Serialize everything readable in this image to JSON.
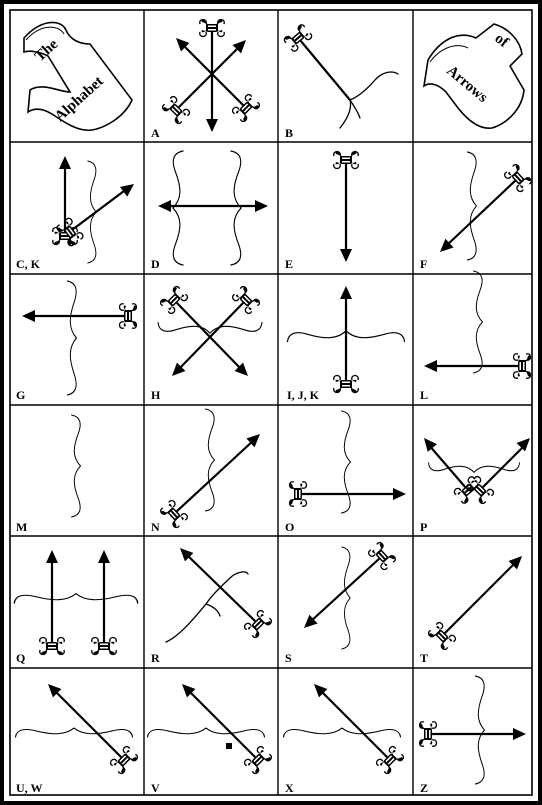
{
  "title_left": {
    "word1": "The",
    "word2": "Alphabet"
  },
  "title_right": {
    "word1": "of",
    "word2": "Arrows"
  },
  "cells": [
    {
      "label": "A"
    },
    {
      "label": "B"
    },
    {
      "label": "C, K"
    },
    {
      "label": "D"
    },
    {
      "label": "E"
    },
    {
      "label": "F"
    },
    {
      "label": "G"
    },
    {
      "label": "H"
    },
    {
      "label": "I, J, K"
    },
    {
      "label": "L"
    },
    {
      "label": "M"
    },
    {
      "label": "N"
    },
    {
      "label": "O"
    },
    {
      "label": "P"
    },
    {
      "label": "Q"
    },
    {
      "label": "R"
    },
    {
      "label": "S"
    },
    {
      "label": "T"
    },
    {
      "label": "U, W"
    },
    {
      "label": "V"
    },
    {
      "label": "X"
    },
    {
      "label": "Z"
    }
  ]
}
